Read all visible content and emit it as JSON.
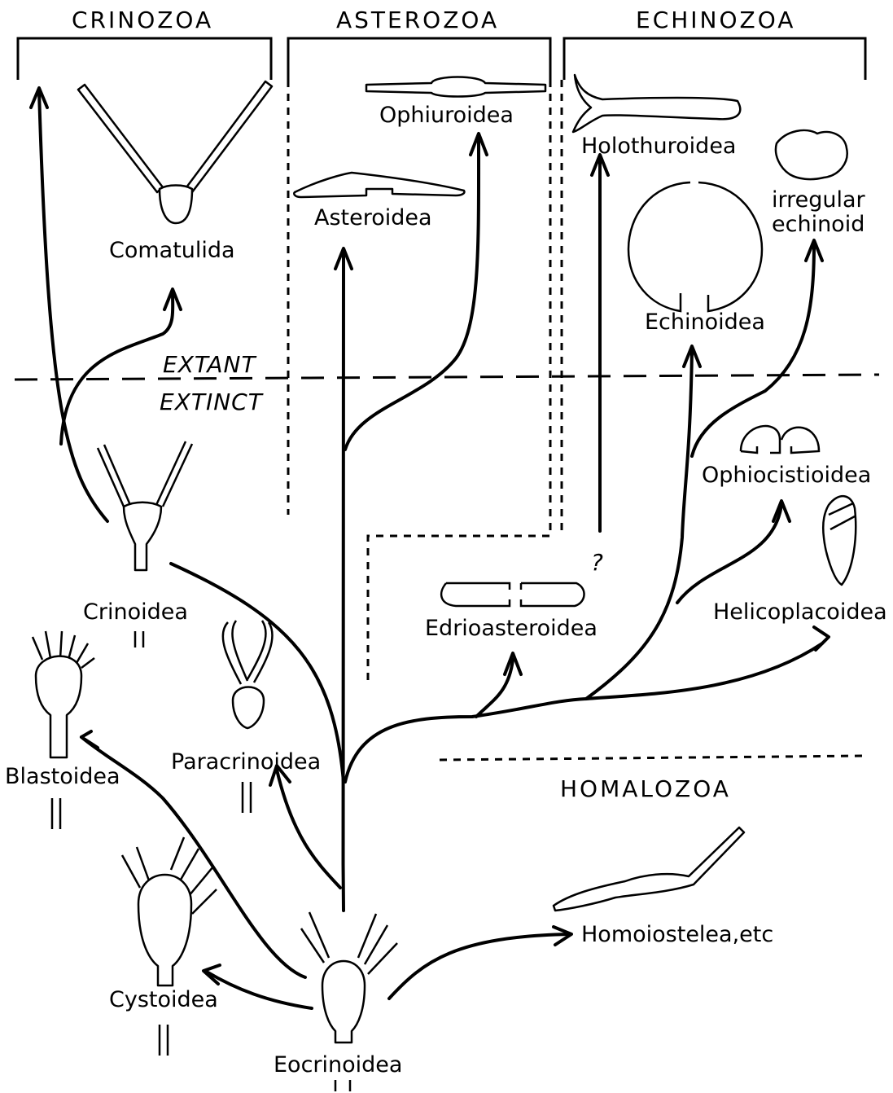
{
  "groups": {
    "crinozoa": "CRINOZOA",
    "asterozoa": "ASTEROZOA",
    "echinozoa": "ECHINOZOA",
    "homalozoa": "HOMALOZOA"
  },
  "divider": {
    "extant": "EXTANT",
    "extinct": "EXTINCT"
  },
  "taxa": {
    "comatulida": "Comatulida",
    "crinoidea": "Crinoidea",
    "blastoidea": "Blastoidea",
    "paracrinoidea": "Paracrinoidea",
    "cystoidea": "Cystoidea",
    "eocrinoidea": "Eocrinoidea",
    "asteroidea": "Asteroidea",
    "ophiuroidea": "Ophiuroidea",
    "edrioasteroidea": "Edrioasteroidea",
    "holothuroidea": "Holothuroidea",
    "echinoidea": "Echinoidea",
    "irregular_echinoid_line1": "irregular",
    "irregular_echinoid_line2": "echinoid",
    "ophiocistioidea": "Ophiocistioidea",
    "helicoplacoidea": "Helicoplacoidea",
    "homoiostelea": "Homoiostelea,etc"
  },
  "uncertain_mark": "?"
}
